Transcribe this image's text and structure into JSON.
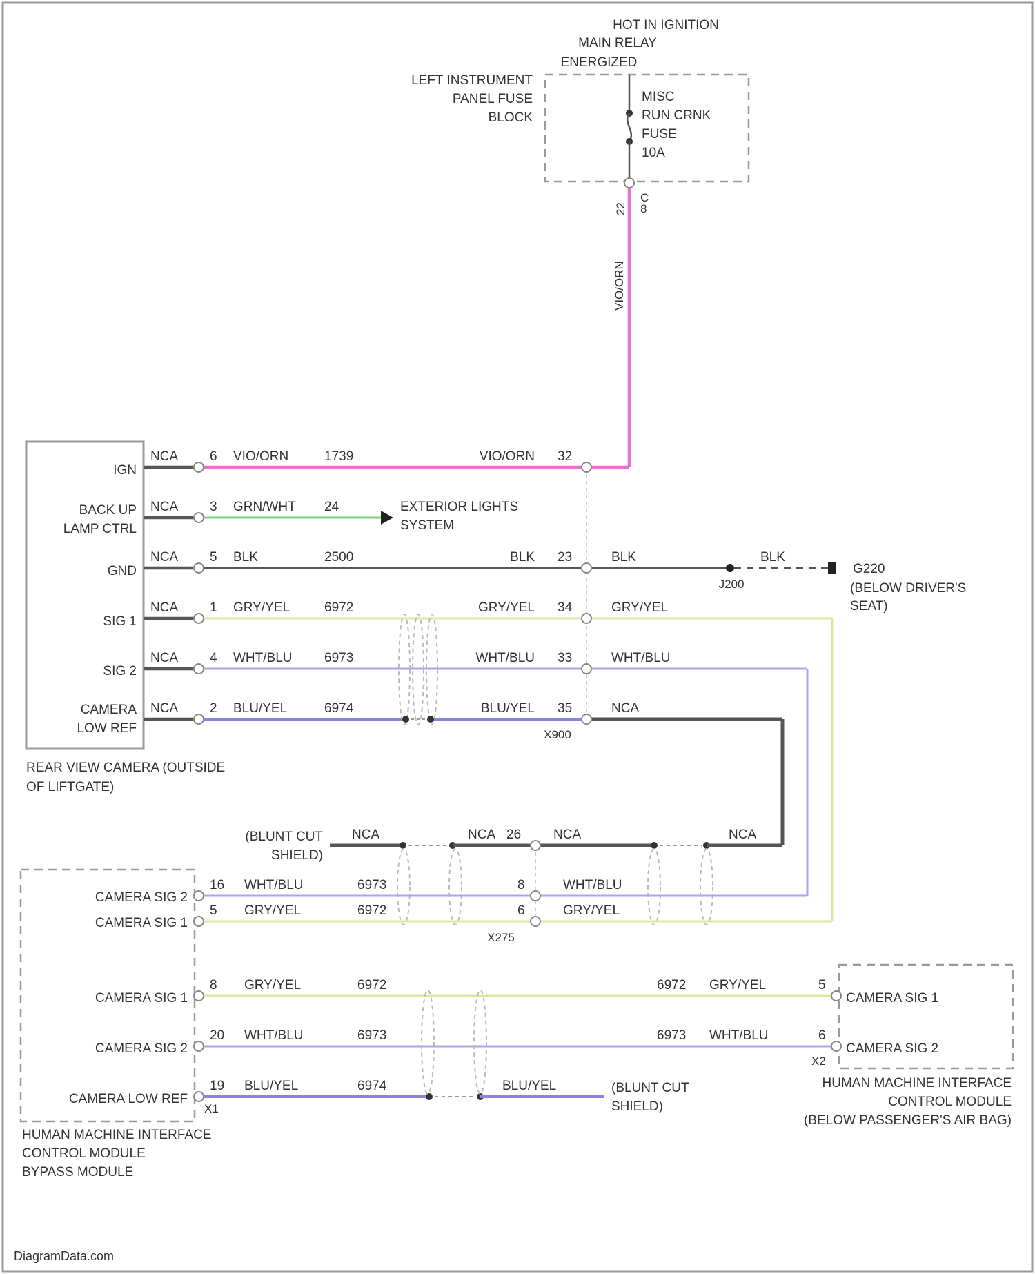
{
  "colors": {
    "pink": "#e273d0",
    "green": "#7fd47f",
    "black": "#555555",
    "yellow": "#d9e9a0",
    "purple": "#a9a6f0",
    "blueyel": "#8a86dc",
    "frame": "#9a9a9a"
  },
  "fuse": {
    "header": [
      "HOT IN IGNITION",
      "MAIN RELAY",
      "ENERGIZED"
    ],
    "block": [
      "LEFT INSTRUMENT",
      "PANEL FUSE",
      "BLOCK"
    ],
    "name": [
      "MISC",
      "RUN CRNK",
      "FUSE",
      "10A"
    ],
    "pin": "C",
    "pin2": "8",
    "pin_num": "22",
    "wire_vertical": "VIO/ORN"
  },
  "camera": {
    "pins": [
      {
        "label": [
          "IGN"
        ],
        "nca": "NCA",
        "pin": "6",
        "wire": "VIO/ORN",
        "circuit": "1739"
      },
      {
        "label": [
          "BACK UP",
          "LAMP CTRL"
        ],
        "nca": "NCA",
        "pin": "3",
        "wire": "GRN/WHT",
        "circuit": "24"
      },
      {
        "label": [
          "GND"
        ],
        "nca": "NCA",
        "pin": "5",
        "wire": "BLK",
        "circuit": "2500"
      },
      {
        "label": [
          "SIG 1"
        ],
        "nca": "NCA",
        "pin": "1",
        "wire": "GRY/YEL",
        "circuit": "6972"
      },
      {
        "label": [
          "SIG 2"
        ],
        "nca": "NCA",
        "pin": "4",
        "wire": "WHT/BLU",
        "circuit": "6973"
      },
      {
        "label": [
          "CAMERA",
          "LOW REF"
        ],
        "nca": "NCA",
        "pin": "2",
        "wire": "BLU/YEL",
        "circuit": "6974"
      }
    ],
    "name": [
      "REAR VIEW CAMERA (OUTSIDE",
      "OF LIFTGATE)"
    ]
  },
  "x900": {
    "rows": [
      {
        "left_wire": "VIO/ORN",
        "pin": "32",
        "right_wire": ""
      },
      {
        "left_wire": "BLK",
        "pin": "23",
        "right_wire": "BLK"
      },
      {
        "left_wire": "GRY/YEL",
        "pin": "34",
        "right_wire": "GRY/YEL"
      },
      {
        "left_wire": "WHT/BLU",
        "pin": "33",
        "right_wire": "WHT/BLU"
      },
      {
        "left_wire": "BLU/YEL",
        "pin": "35",
        "right_wire": "NCA"
      }
    ],
    "name": "X900"
  },
  "exterior": [
    "EXTERIOR LIGHTS",
    "SYSTEM"
  ],
  "ground": {
    "splice": "J200",
    "wire": "BLK",
    "name": "G220",
    "desc": [
      "(BELOW DRIVER'S",
      "SEAT)"
    ]
  },
  "shield_top": {
    "label": [
      "(BLUNT CUT",
      "SHIELD)"
    ],
    "nca_left": "NCA",
    "nca_mid": "NCA",
    "pin_mid": "26",
    "nca_right": "NCA",
    "nca_far": "NCA"
  },
  "x275": {
    "name": "X275",
    "rows": [
      {
        "pin": "8",
        "wire": "WHT/BLU"
      },
      {
        "pin": "6",
        "wire": "GRY/YEL"
      }
    ]
  },
  "bypass": {
    "rows": [
      {
        "label": "CAMERA SIG 2",
        "pin": "16",
        "wire": "WHT/BLU",
        "circuit": "6973"
      },
      {
        "label": "CAMERA SIG 1",
        "pin": "5",
        "wire": "GRY/YEL",
        "circuit": "6972"
      },
      {
        "label": "CAMERA SIG 1",
        "pin": "8",
        "wire": "GRY/YEL",
        "circuit": "6972"
      },
      {
        "label": "CAMERA SIG 2",
        "pin": "20",
        "wire": "WHT/BLU",
        "circuit": "6973"
      },
      {
        "label": "CAMERA LOW REF",
        "pin": "19",
        "wire": "BLU/YEL",
        "circuit": "6974"
      }
    ],
    "connector": "X1",
    "name": [
      "HUMAN MACHINE INTERFACE",
      "CONTROL MODULE",
      "BYPASS MODULE"
    ]
  },
  "hmi": {
    "rows": [
      {
        "label": "CAMERA SIG 1",
        "pin": "5",
        "wire": "GRY/YEL",
        "circuit": "6972"
      },
      {
        "label": "CAMERA SIG 2",
        "pin": "6",
        "wire": "WHT/BLU",
        "circuit": "6973"
      }
    ],
    "connector": "X2",
    "name": [
      "HUMAN MACHINE INTERFACE",
      "CONTROL MODULE",
      "(BELOW PASSENGER'S AIR BAG)"
    ]
  },
  "bottom_shield": {
    "wire": "BLU/YEL",
    "label": [
      "(BLUNT CUT",
      "SHIELD)"
    ]
  },
  "watermark": "DiagramData.com"
}
